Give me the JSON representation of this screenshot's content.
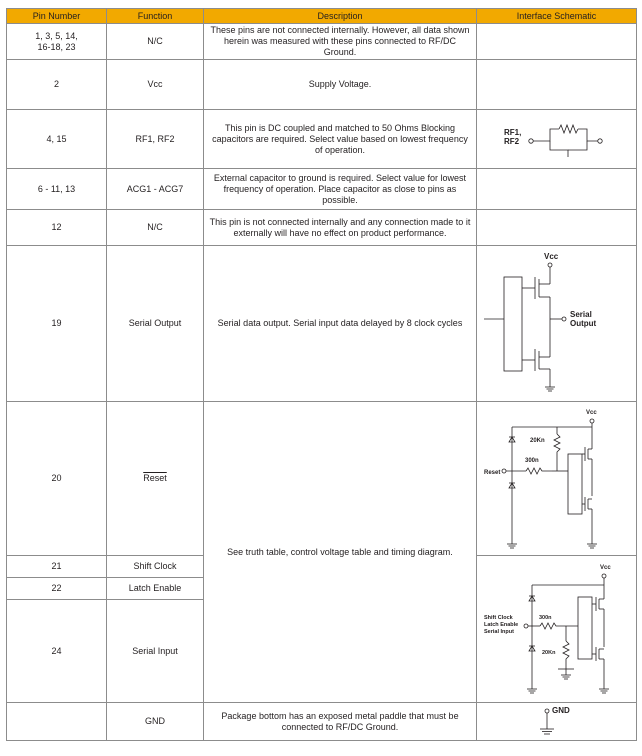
{
  "headers": {
    "pin_number": "Pin Number",
    "function": "Function",
    "description": "Description",
    "schematic": "Interface Schematic"
  },
  "rows": [
    {
      "pin": "1, 3, 5, 14,\n16-18, 23",
      "function": "N/C",
      "description": "These pins are not connected internally. However, all data shown herein was measured with these pins connected to RF/DC Ground."
    },
    {
      "pin": "2",
      "function": "Vcc",
      "description": "Supply Voltage."
    },
    {
      "pin": "4, 15",
      "function": "RF1, RF2",
      "description": "This pin is DC coupled and matched to 50 Ohms Blocking capacitors are required. Select value based on lowest frequency of operation."
    },
    {
      "pin": "6 - 11, 13",
      "function": "ACG1 - ACG7",
      "description": "External capacitor to ground is required. Select value for lowest frequency of operation. Place capacitor as close to pins as possible."
    },
    {
      "pin": "12",
      "function": "N/C",
      "description": "This pin is not connected internally and any connection made to it externally will have no effect on product performance."
    },
    {
      "pin": "19",
      "function": "Serial Output",
      "description": "Serial data output. Serial input data delayed by 8 clock cycles"
    },
    {
      "pin": "20",
      "function": "Reset"
    },
    {
      "pin": "21",
      "function": "Shift Clock"
    },
    {
      "pin": "22",
      "function": "Latch Enable"
    },
    {
      "pin": "24",
      "function": "Serial Input"
    },
    {
      "pin": "",
      "function": "GND",
      "description": "Package bottom has an exposed metal paddle that must be connected to RF/DC Ground."
    }
  ],
  "shared_description_20_24": "See truth table, control voltage table and timing diagram.",
  "schematic_labels": {
    "rf": "RF1,\nRF2",
    "vcc_upper": "Vcc",
    "serial_output": "Serial\nOutput",
    "vcc_reset": "Vcc",
    "r20k": "20Kn",
    "r300": "300n",
    "reset": "Reset",
    "vcc_inputs": "Vcc",
    "input_labels": "Shift Clock\nLatch Enable\nSerial Input",
    "r300b": "300n",
    "r20kb": "20Kn",
    "gnd": "GND"
  }
}
